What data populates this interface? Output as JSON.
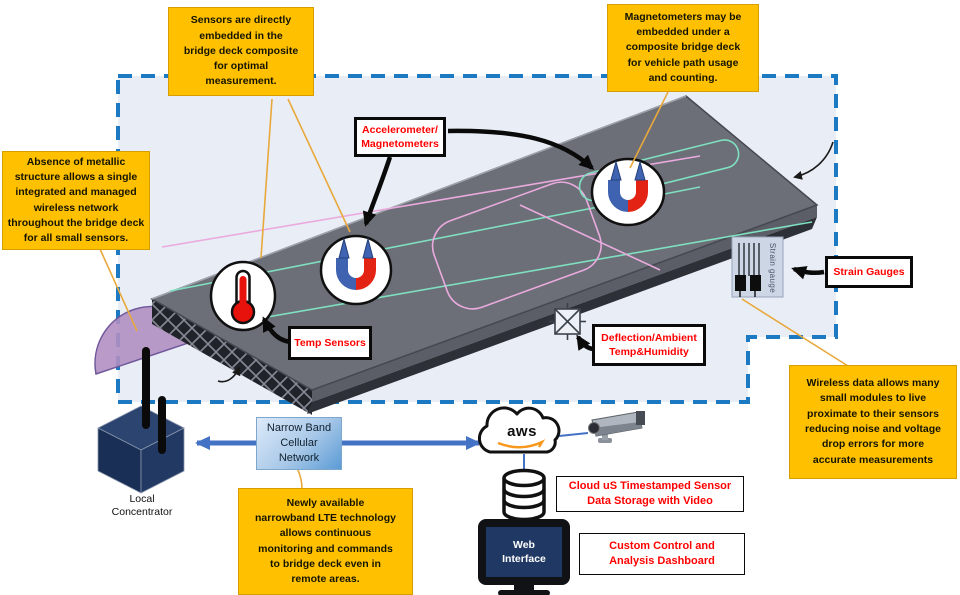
{
  "diagram": {
    "callouts": {
      "sensors_embedded": "Sensors are directly\nembedded in the\nbridge deck composite\nfor optimal\nmeasurement.",
      "magnetometers_embedded": "Magnetometers may be\nembedded under a\ncomposite bridge deck\nfor vehicle path usage\nand counting.",
      "absence_metallic": "Absence of metallic\nstructure allows a single\nintegrated and managed\nwireless network\nthroughout the bridge deck\nfor all small sensors.",
      "wireless_data": "Wireless data  allows many\nsmall modules to live\nproximate to their sensors\nreducing noise and voltage\ndrop errors for more\naccurate measurements",
      "narrowband_lte": "Newly available\nnarrowband LTE technology\nallows continuous\nmonitoring and commands\nto bridge deck even in\nremote areas."
    },
    "sensor_labels": {
      "accelerometer_magnetometers": "Accelerometer/\nMagnetometers",
      "temp_sensors": "Temp Sensors",
      "deflection_ambient": "Deflection/Ambient\nTemp&Humidity",
      "strain_gauges": "Strain Gauges"
    },
    "system_labels": {
      "cloud_storage": "Cloud uS Timestamped Sensor\nData Storage with Video",
      "dashboard": "Custom Control and\nAnalysis Dashboard",
      "narrowband_network": "Narrow Band\nCellular\nNetwork",
      "local_concentrator": "Local\nConcentrator",
      "web_interface": "Web\nInterface",
      "aws_logo": "aws",
      "strain_gauge_caption": "Strain gauge"
    },
    "colors": {
      "callout_yellow": "#FFC000",
      "label_red": "#FF0000",
      "dashed_border_blue": "#1B7AC2",
      "region_fill": "#E9EDF6",
      "arrow_blue": "#4472C4",
      "deck_gray": "#6C6F77",
      "navy": "#1F3864",
      "teal_path": "#7FDFC0",
      "pink_path": "#EAAADE",
      "magnet_blue": "#3F63B0",
      "magnet_red": "#E32313",
      "aws_orange": "#F7981D",
      "connector_orange": "#E8A93C"
    }
  }
}
